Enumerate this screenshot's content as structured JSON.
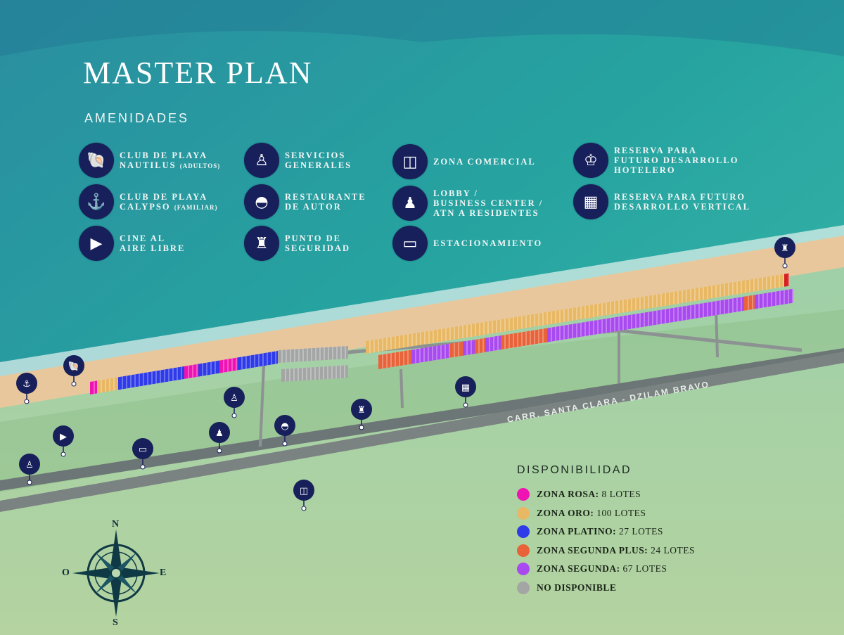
{
  "title": "MASTER PLAN",
  "amenities_heading": "AMENIDADES",
  "amenities": [
    {
      "icon": "nautilus-shell-icon",
      "line1": "CLUB DE PLAYA",
      "line2": "NAUTILUS",
      "small": "(ADULTOS)"
    },
    {
      "icon": "anchor-icon",
      "line1": "CLUB DE PLAYA",
      "line2": "CALYPSO",
      "small": "(FAMILIAR)"
    },
    {
      "icon": "outdoor-cinema-icon",
      "line1": "CINE AL",
      "line2": "AIRE LIBRE"
    },
    {
      "icon": "hand-service-icon",
      "line1": "SERVICIOS",
      "line2": "GENERALES"
    },
    {
      "icon": "cloche-icon",
      "line1": "RESTAURANTE",
      "line2": "DE AUTOR"
    },
    {
      "icon": "security-guard-icon",
      "line1": "PUNTO DE",
      "line2": "SEGURIDAD"
    },
    {
      "icon": "shopping-bags-icon",
      "line1": "ZONA COMERCIAL"
    },
    {
      "icon": "reception-desk-icon",
      "line1": "LOBBY /",
      "line2": "BUSINESS CENTER /",
      "line3": "ATN A RESIDENTES"
    },
    {
      "icon": "car-icon",
      "line1": "ESTACIONAMIENTO"
    },
    {
      "icon": "bellhop-icon",
      "line1": "RESERVA PARA",
      "line2": "FUTURO DESARROLLO",
      "line3": "HOTELERO"
    },
    {
      "icon": "building-icon",
      "line1": "RESERVA PARA FUTURO",
      "line2": "DESARROLLO VERTICAL"
    }
  ],
  "road_label": "CARR. SANTA CLARA - DZILAM BRAVO",
  "legend": {
    "heading": "DISPONIBILIDAD",
    "items": [
      {
        "label": "ZONA ROSA:",
        "count": "8 LOTES",
        "color": "#f013b4"
      },
      {
        "label": "ZONA ORO:",
        "count": "100 LOTES",
        "color": "#e8b865"
      },
      {
        "label": "ZONA PLATINO:",
        "count": "27 LOTES",
        "color": "#2f3be8"
      },
      {
        "label": "ZONA SEGUNDA PLUS:",
        "count": "24 LOTES",
        "color": "#e8633a"
      },
      {
        "label": "ZONA SEGUNDA:",
        "count": "67 LOTES",
        "color": "#a94af0"
      },
      {
        "label": "NO DISPONIBLE",
        "color": "#a4a6a6"
      }
    ]
  },
  "compass": {
    "n": "N",
    "s": "S",
    "e": "E",
    "o": "O"
  },
  "colors": {
    "navy": "#17205a",
    "ocean": "#2a9a9a",
    "sand": "#e9c9a0",
    "land": "#a9cfa0",
    "road": "#7a7f7f"
  }
}
